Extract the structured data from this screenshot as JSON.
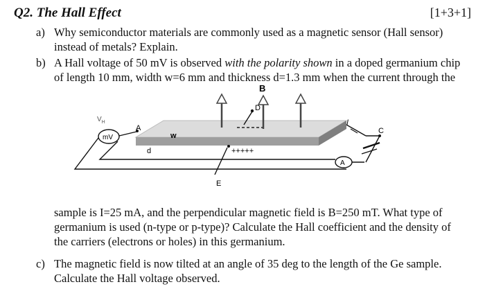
{
  "question": {
    "title": "Q2. The Hall Effect",
    "marks": "[1+3+1]"
  },
  "parts": {
    "a": {
      "label": "a)",
      "line1": "Why semiconductor materials are commonly used as a magnetic sensor (Hall sensor)",
      "line2": "instead of metals? Explain."
    },
    "b": {
      "label": "b)",
      "line1_pre": "A Hall voltage of 50 mV is observed ",
      "line1_em": "with the polarity shown",
      "line1_post": " in a doped germanium chip",
      "line2": "of length 10 mm, width w=6 mm and thickness d=1.3 mm when the current through the",
      "cont1": "sample is I=25 mA, and the perpendicular magnetic field is B=250 mT. What type of",
      "cont2": "germanium is used (n-type or p-type)? Calculate the Hall coefficient and the density of",
      "cont3": "the carriers (electrons or holes) in this germanium."
    },
    "c": {
      "label": "c)",
      "line1": "The magnetic field is now tilted at an angle of 35 deg to the length of the Ge sample.",
      "line2": "Calculate the Hall voltage observed."
    }
  },
  "figure": {
    "label_B": "B",
    "label_VH_main": "V",
    "label_VH_sub": "H",
    "label_mV": "mV",
    "label_A_corner": "A",
    "label_w": "w",
    "label_d": "d",
    "label_D": "D",
    "label_plus": "+++++",
    "label_E": "E",
    "label_I": "I",
    "label_C": "C",
    "label_ammeter": "A"
  }
}
